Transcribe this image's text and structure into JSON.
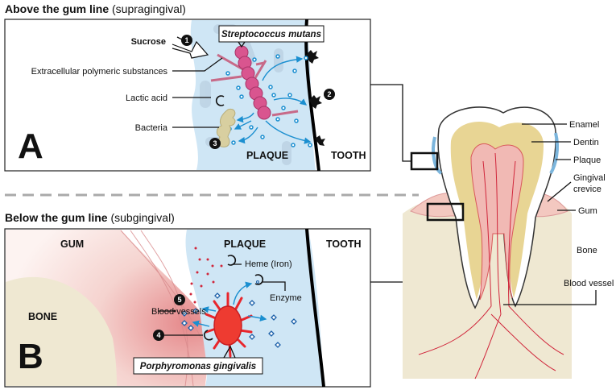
{
  "panel_a": {
    "heading_bold": "Above the gum line",
    "heading_normal": " (supragingival)",
    "letter": "A",
    "labels": {
      "sucrose": "Sucrose",
      "eps": "Extracellular polymeric substances",
      "lactic_acid": "Lactic acid",
      "bacteria": "Bacteria",
      "plaque": "PLAQUE",
      "tooth": "TOOTH",
      "organism": "Streptococcus mutans"
    },
    "steps": [
      "1",
      "2",
      "3"
    ]
  },
  "panel_b": {
    "heading_bold": "Below the gum line",
    "heading_normal": " (subgingival)",
    "letter": "B",
    "labels": {
      "gum": "GUM",
      "plaque": "PLAQUE",
      "tooth": "TOOTH",
      "bone": "BONE",
      "heme": "Heme (Iron)",
      "enzyme": "Enzyme",
      "blood_vessels": "Blood vessels",
      "organism": "Porphyromonas gingivalis"
    },
    "steps": [
      "4",
      "5"
    ]
  },
  "tooth_diagram": {
    "labels": [
      "Enamel",
      "Dentin",
      "Plaque",
      "Gingival",
      "crevice",
      "Gum",
      "Bone",
      "Blood vessel"
    ]
  },
  "colors": {
    "plaque": "#cfe6f5",
    "bacterium_a": "#d9558f",
    "bacterium_b": "#e8262c",
    "arrow": "#1b8fd0",
    "bone": "#efe8d2",
    "gum": "#f3c8c0"
  }
}
